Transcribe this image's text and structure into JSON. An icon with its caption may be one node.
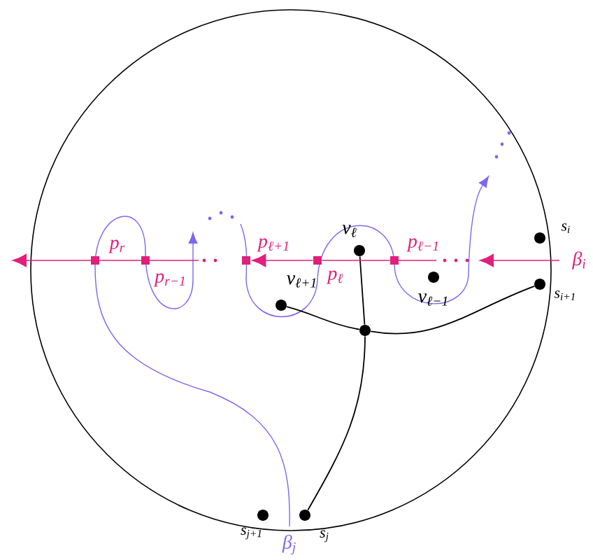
{
  "diagram": {
    "nodes": [
      {
        "text": [],
        "shape": "circle",
        "beside": [
          "s$_{i}$"
        ]
      },
      {
        "text": [],
        "shape": "circle",
        "beside": [
          "s$_{i+1}$"
        ]
      },
      {
        "text": [],
        "shape": "circle",
        "beside": [
          "v$_{ℓ}$"
        ]
      },
      {
        "text": [],
        "shape": "circle",
        "beside": [
          "v$_{ℓ+1}$"
        ]
      },
      {
        "text": [],
        "shape": "circle",
        "beside": [
          "v$_{ℓ−1}$"
        ]
      },
      {
        "text": [],
        "shape": "circle"
      },
      {
        "text": [],
        "shape": "circle",
        "beside": [
          "s$_{j+1}$"
        ]
      },
      {
        "text": [],
        "shape": "circle",
        "beside": [
          "s$_{j}$"
        ]
      },
      {
        "text": [],
        "shape": "box",
        "beside": [
          "p$_{r}$"
        ]
      },
      {
        "text": [],
        "shape": "box",
        "beside": [
          "p$_{r−1}$"
        ]
      },
      {
        "text": [],
        "shape": "box",
        "beside": [
          "p$_{ℓ+1}$"
        ]
      },
      {
        "text": [],
        "shape": "box",
        "beside": [
          "p$_{ℓ}$"
        ]
      },
      {
        "text": [],
        "shape": "box",
        "beside": [
          "p$_{ℓ−1}$"
        ]
      }
    ],
    "edges": [
      {
        "from": 2,
        "to": 5,
        "arrow": "none"
      },
      {
        "from": 5,
        "to": 7,
        "arrow": "none"
      },
      {
        "from": 3,
        "to": 5,
        "arrow": "none"
      },
      {
        "from": 5,
        "to": 1,
        "arrow": "none"
      },
      {
        "from": 12,
        "to": 11,
        "arrow": "none",
        "color": "#e0207a"
      },
      {
        "from": 11,
        "to": 10,
        "arrow": "to",
        "color": "#e0207a"
      }
    ],
    "labels": [
      "β$_{i}$",
      "β$_{j}$"
    ]
  }
}
